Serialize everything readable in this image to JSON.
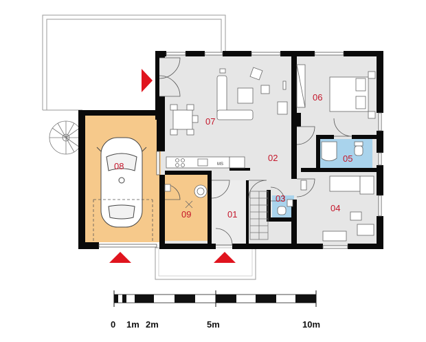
{
  "rooms": [
    {
      "id": "r01",
      "label": "01"
    },
    {
      "id": "r02",
      "label": "02"
    },
    {
      "id": "r03",
      "label": "03"
    },
    {
      "id": "r04",
      "label": "04"
    },
    {
      "id": "r05",
      "label": "05"
    },
    {
      "id": "r06",
      "label": "06"
    },
    {
      "id": "r07",
      "label": "07"
    },
    {
      "id": "r08",
      "label": "08"
    },
    {
      "id": "r09",
      "label": "09"
    }
  ],
  "appliance_label": "MS",
  "scale": {
    "labels": [
      "0",
      "1m",
      "2m",
      "5m",
      "10m"
    ]
  },
  "colors": {
    "wall": "#0a0a0a",
    "floor": "#e6e6e6",
    "garage_floor": "#f6c98b",
    "utility_floor": "#f6c98b",
    "bath_floor": "#a9d3ec",
    "room_label": "#c4162a",
    "entrance_arrow": "#e0141e"
  }
}
